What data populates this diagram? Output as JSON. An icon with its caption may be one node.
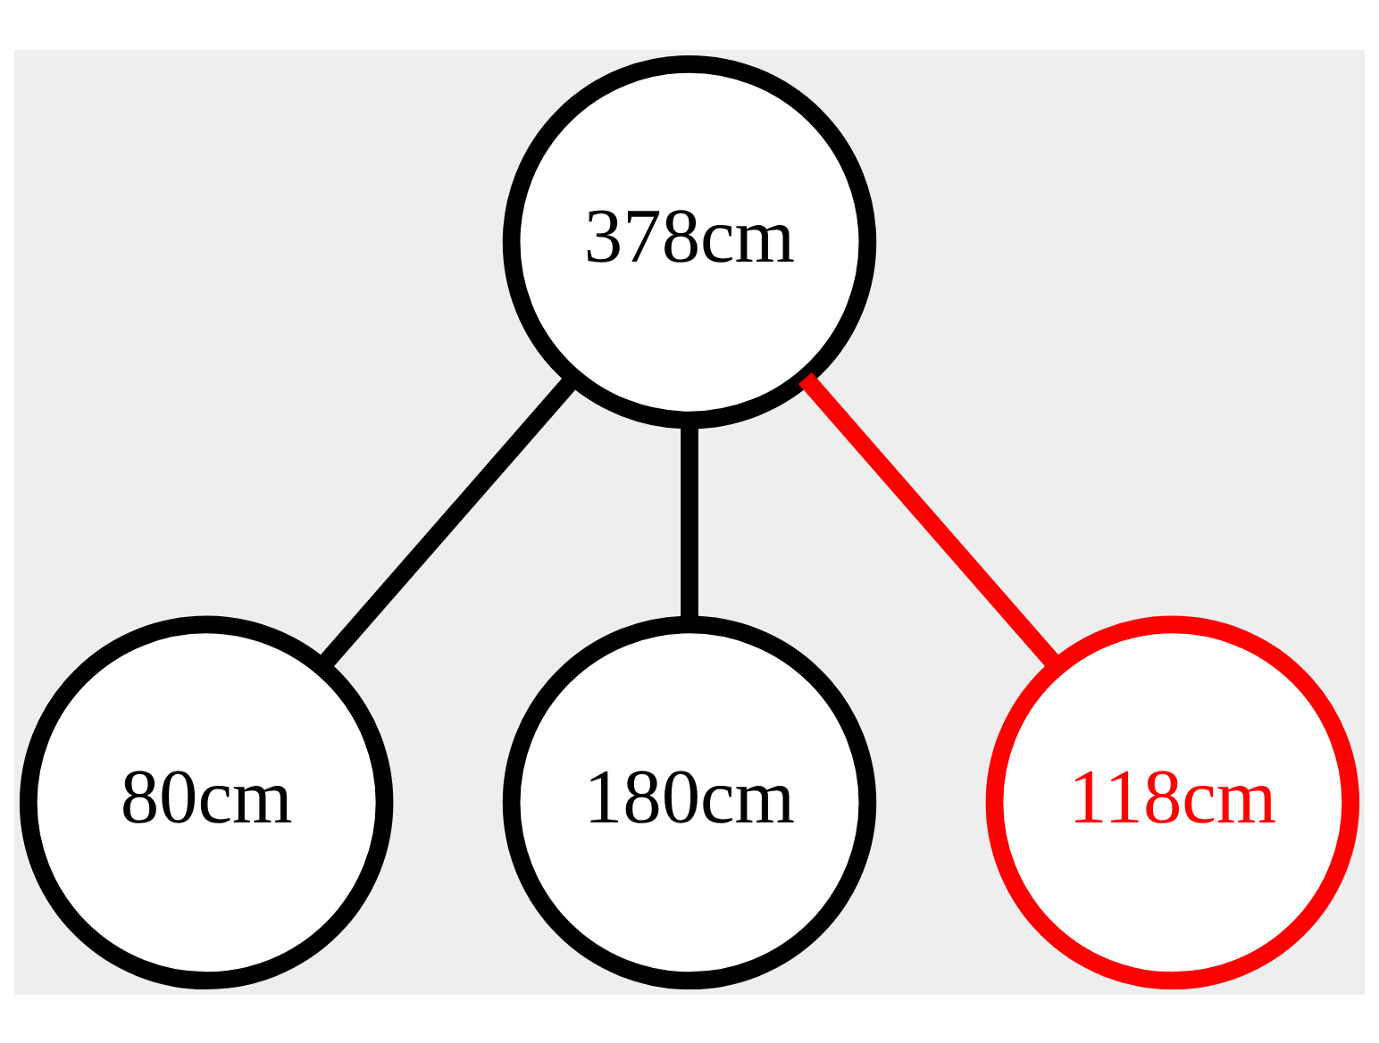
{
  "diagram": {
    "nodes": [
      {
        "text": [
          "378cm"
        ]
      },
      {
        "text": [
          "80cm"
        ]
      },
      {
        "text": [
          "180cm"
        ]
      },
      {
        "text": [
          "118cm"
        ]
      }
    ],
    "edges": [
      {
        "from": 0,
        "to": 1,
        "arrow": "none"
      },
      {
        "from": 0,
        "to": 2,
        "arrow": "none"
      },
      {
        "from": 0,
        "to": 3,
        "arrow": "none",
        "color": "#ff0000"
      }
    ]
  }
}
